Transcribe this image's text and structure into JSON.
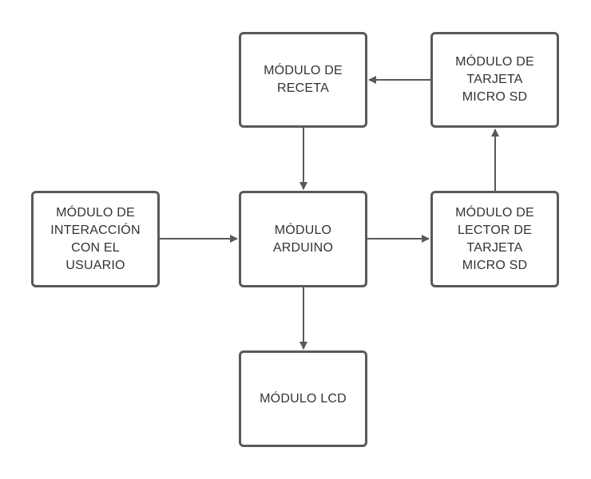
{
  "diagram": {
    "colors": {
      "stroke": "#595959",
      "text": "#333333",
      "background": "#ffffff"
    },
    "nodes": {
      "receta": {
        "label": "MÓDULO DE\nRECETA"
      },
      "tarjeta_sd": {
        "label": "MÓDULO DE\nTARJETA\nMICRO SD"
      },
      "usuario": {
        "label": "MÓDULO DE\nINTERACCIÓN\nCON EL\nUSUARIO"
      },
      "arduino": {
        "label": "MÓDULO\nARDUINO"
      },
      "lector": {
        "label": "MÓDULO DE\nLECTOR DE\nTARJETA\nMICRO SD"
      },
      "lcd": {
        "label": "MÓDULO LCD"
      }
    },
    "edges": [
      {
        "from": "tarjeta_sd",
        "to": "receta"
      },
      {
        "from": "receta",
        "to": "arduino"
      },
      {
        "from": "usuario",
        "to": "arduino"
      },
      {
        "from": "arduino",
        "to": "lector"
      },
      {
        "from": "lector",
        "to": "tarjeta_sd"
      },
      {
        "from": "arduino",
        "to": "lcd"
      }
    ]
  }
}
